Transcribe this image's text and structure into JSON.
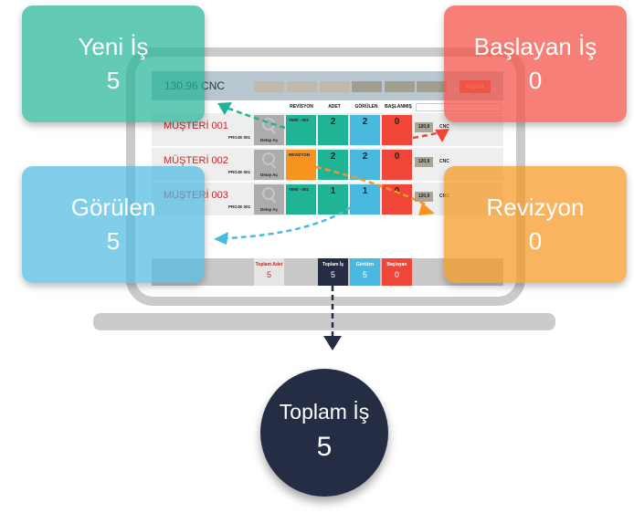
{
  "colors": {
    "teal": "#1fb496",
    "blue": "#4ab9e0",
    "red": "#f0463a",
    "orange": "#f7941d",
    "navy": "#252d45",
    "customer_red": "#c0282e"
  },
  "app": {
    "title": "130.96 CNC",
    "close_button": "kapat",
    "columns": [
      "REVİSYON",
      "ADET",
      "GÖRÜLEN",
      "BAŞLANMIŞ"
    ],
    "rows": [
      {
        "customer": "MÜŞTERİ 001",
        "project": "PROJE 001",
        "detail_button": "Detay Aç",
        "revision": "YENİ - 001",
        "adet": "2",
        "gorulen": "2",
        "baslanmis": "0",
        "price": "120,9",
        "machine": "CNC"
      },
      {
        "customer": "MÜŞTERİ 002",
        "project": "PROJE 001",
        "detail_button": "Detay Aç",
        "revision": "REVİZYON",
        "adet": "2",
        "gorulen": "2",
        "baslanmis": "0",
        "price": "120,9",
        "machine": "CNC"
      },
      {
        "customer": "MÜŞTERİ 003",
        "project": "PROJE 001",
        "detail_button": "Detay Aç",
        "revision": "YENİ - 001",
        "adet": "1",
        "gorulen": "1",
        "baslanmis": "0",
        "price": "120,9",
        "machine": "CNC"
      }
    ],
    "summary": [
      {
        "label": "Toplam Adet",
        "value": "5"
      },
      {
        "label": "Toplam İş",
        "value": "5"
      },
      {
        "label": "Görülen",
        "value": "5"
      },
      {
        "label": "Başlayan",
        "value": "0"
      }
    ]
  },
  "cards": {
    "yeni": {
      "title": "Yeni İş",
      "value": "5"
    },
    "baslayan": {
      "title": "Başlayan İş",
      "value": "0"
    },
    "gorulen": {
      "title": "Görülen",
      "value": "5"
    },
    "revizyon": {
      "title": "Revizyon",
      "value": "0"
    },
    "toplam": {
      "title": "Toplam İş",
      "value": "5"
    }
  }
}
